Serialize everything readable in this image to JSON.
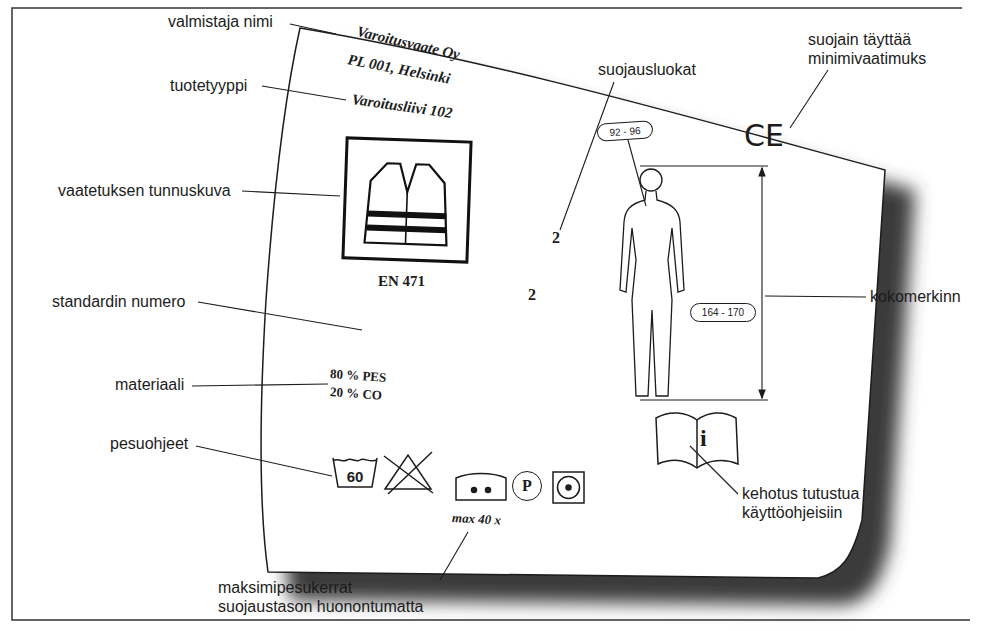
{
  "diagram": {
    "nodes": [
      {
        "text": [
          "92 - 96"
        ]
      },
      {
        "text": [
          "164 - 170"
        ]
      },
      {
        "text": [
          "60"
        ]
      },
      {
        "text": [
          "P"
        ]
      }
    ],
    "labels": [
      "valmistaja nimi",
      "Varoitusvaate Oy",
      "PL 001, Helsinki",
      "tuotetyyppi",
      "Varoitusliivi 102",
      "suojausluokat",
      "suojain täyttää minimivaatimuks",
      "CE",
      "vaatetuksen tunnuskuva",
      "2",
      "2",
      "standardin numero",
      "EN 471",
      "kokomerkinn",
      "materiaali",
      "80 % PES",
      "20 % CO",
      "pesuohjeet",
      "i",
      "kehotus tutustua käyttöohjeisiin",
      "max 40 x",
      "maksimipesukerrat suojaustason huonontumatta"
    ]
  }
}
